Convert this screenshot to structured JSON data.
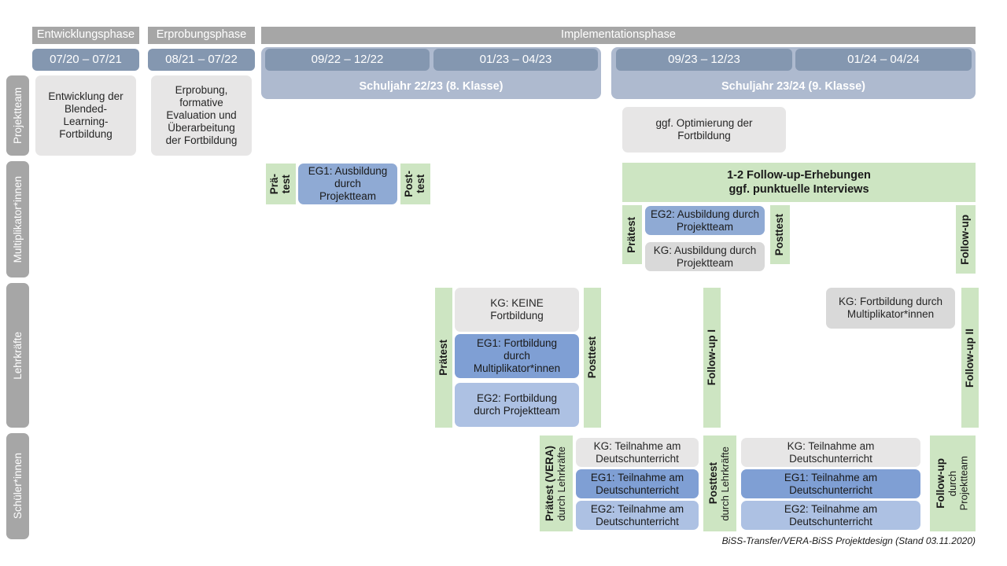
{
  "title": "BiSS-Transfer/VERA-BiSS Projektdesign",
  "colors": {
    "phase_header": "#a6a6a6",
    "period_pill": "#8497b0",
    "schoolyear_band": "#aebacf",
    "row_label": "#a6a6a6",
    "gray_box": "#e7e6e6",
    "gray_box_alt": "#d9d9d9",
    "blue_mid": "#8faad4",
    "blue_dark": "#7f9fd4",
    "blue_light": "#adc1e3",
    "green_strip": "#cde5c2"
  },
  "phases": [
    {
      "name": "Entwicklungsphase",
      "period": "07/20 – 07/21"
    },
    {
      "name": "Erprobungsphase",
      "period": "08/21 – 07/22"
    },
    {
      "name": "Implementationsphase"
    }
  ],
  "implementation_periods": [
    "09/22 – 12/22",
    "01/23 – 04/23",
    "09/23 – 12/23",
    "01/24 – 04/24"
  ],
  "school_years": [
    "Schuljahr 22/23 (8. Klasse)",
    "Schuljahr 23/24 (9. Klasse)"
  ],
  "rows": [
    {
      "label": "Projektteam"
    },
    {
      "label": "Multiplikator*innen"
    },
    {
      "label": "Lehrkräfte"
    },
    {
      "label": "Schüler*innen"
    }
  ],
  "projektteam": {
    "entwicklung": "Entwicklung der\nBlended-\nLearning-\nFortbildung",
    "erprobung": "Erprobung,\nformative\nEvaluation und\nÜberarbeitung\nder Fortbildung",
    "optimierung": "ggf. Optimierung der\nFortbildung"
  },
  "multiplikatoren": {
    "praetest_short": "Prä-\ntest",
    "posttest_short": "Post-\ntest",
    "eg1": "EG1: Ausbildung\ndurch\nProjektteam",
    "followup_banner": "1-2 Follow-up-Erhebungen\nggf. punktuelle Interviews",
    "praetest": "Prätest",
    "posttest": "Posttest",
    "eg2": "EG2:  Ausbildung durch\nProjektteam",
    "kg": "KG: Ausbildung durch\nProjektteam",
    "followup": "Follow-up"
  },
  "lehrkraefte": {
    "praetest": "Prätest",
    "posttest": "Posttest",
    "kg_keine": "KG:  KEINE\nFortbildung",
    "eg1": "EG1: Fortbildung\ndurch\nMultiplikator*innen",
    "eg2": "EG2: Fortbildung\ndurch Projektteam",
    "followup_1": "Follow-up I",
    "kg_fortbildung": "KG: Fortbildung durch\nMultiplikator*innen",
    "followup_2": "Follow-up II"
  },
  "schueler": {
    "praetest_title": "Prätest (VERA)",
    "praetest_sub": "durch Lehrkräfte",
    "posttest_title": "Posttest",
    "posttest_sub": "durch Lehrkräfte",
    "followup_title": "Follow-up",
    "followup_sub": "durch\nProjektteam",
    "kg": "KG: Teilnahme am\nDeutschunterricht",
    "eg1": "EG1: Teilnahme am\nDeutschunterricht",
    "eg2": "EG2: Teilnahme am\nDeutschunterricht"
  },
  "footer": "BiSS-Transfer/VERA-BiSS Projektdesign (Stand 03.11.2020)"
}
